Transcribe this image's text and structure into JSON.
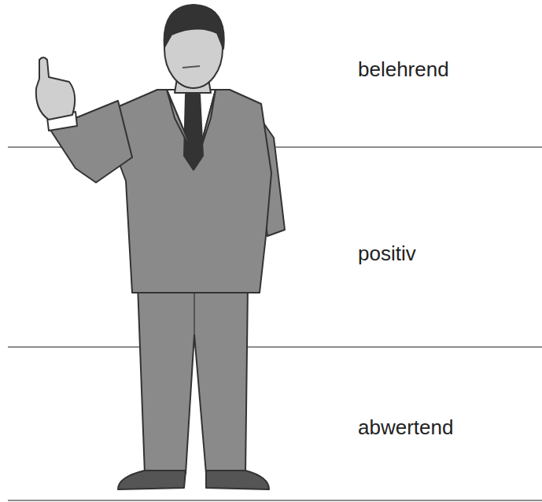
{
  "diagram": {
    "labels": [
      "belehrend",
      "positiv",
      "abwertend"
    ]
  }
}
